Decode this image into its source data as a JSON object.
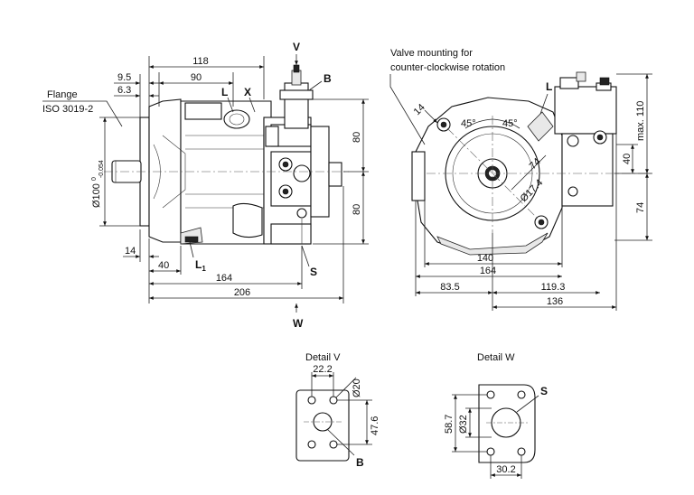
{
  "callouts": {
    "flange_line1": "Flange",
    "flange_line2": "ISO 3019-2",
    "valve_line1": "Valve mounting for",
    "valve_line2": "counter-clockwise rotation",
    "V": "V",
    "W": "W",
    "B": "B",
    "L": "L",
    "X": "X",
    "L1": "L",
    "L1_sub": "1",
    "S": "S",
    "L_front": "L",
    "B_detail": "B",
    "S_detail": "S"
  },
  "side_view": {
    "d_118": "118",
    "d_90": "90",
    "d_9_5": "9.5",
    "d_6_3": "6.3",
    "d_80_top": "80",
    "d_80_bottom": "80",
    "d_14": "14",
    "d_40": "40",
    "d_164": "164",
    "d_206": "206",
    "d_dia100": "Ø100",
    "d_dia100_tol_upper": "0",
    "d_dia100_tol_lower": "-0.054"
  },
  "front_view": {
    "d_14": "14",
    "a_45_left": "45°",
    "a_45_right": "45°",
    "d_74_diag": "74",
    "d_dia17_4": "Ø17.4",
    "d_140": "140",
    "d_164": "164",
    "d_83_5": "83.5",
    "d_119_3": "119.3",
    "d_136": "136",
    "d_max110": "max. 110",
    "d_40": "40",
    "d_74": "74"
  },
  "detail_v": {
    "title": "Detail V",
    "d_22_2": "22.2",
    "d_dia20": "Ø20",
    "d_47_6": "47.6"
  },
  "detail_w": {
    "title": "Detail W",
    "d_58_7": "58.7",
    "d_dia32": "Ø32",
    "d_30_2": "30.2"
  }
}
